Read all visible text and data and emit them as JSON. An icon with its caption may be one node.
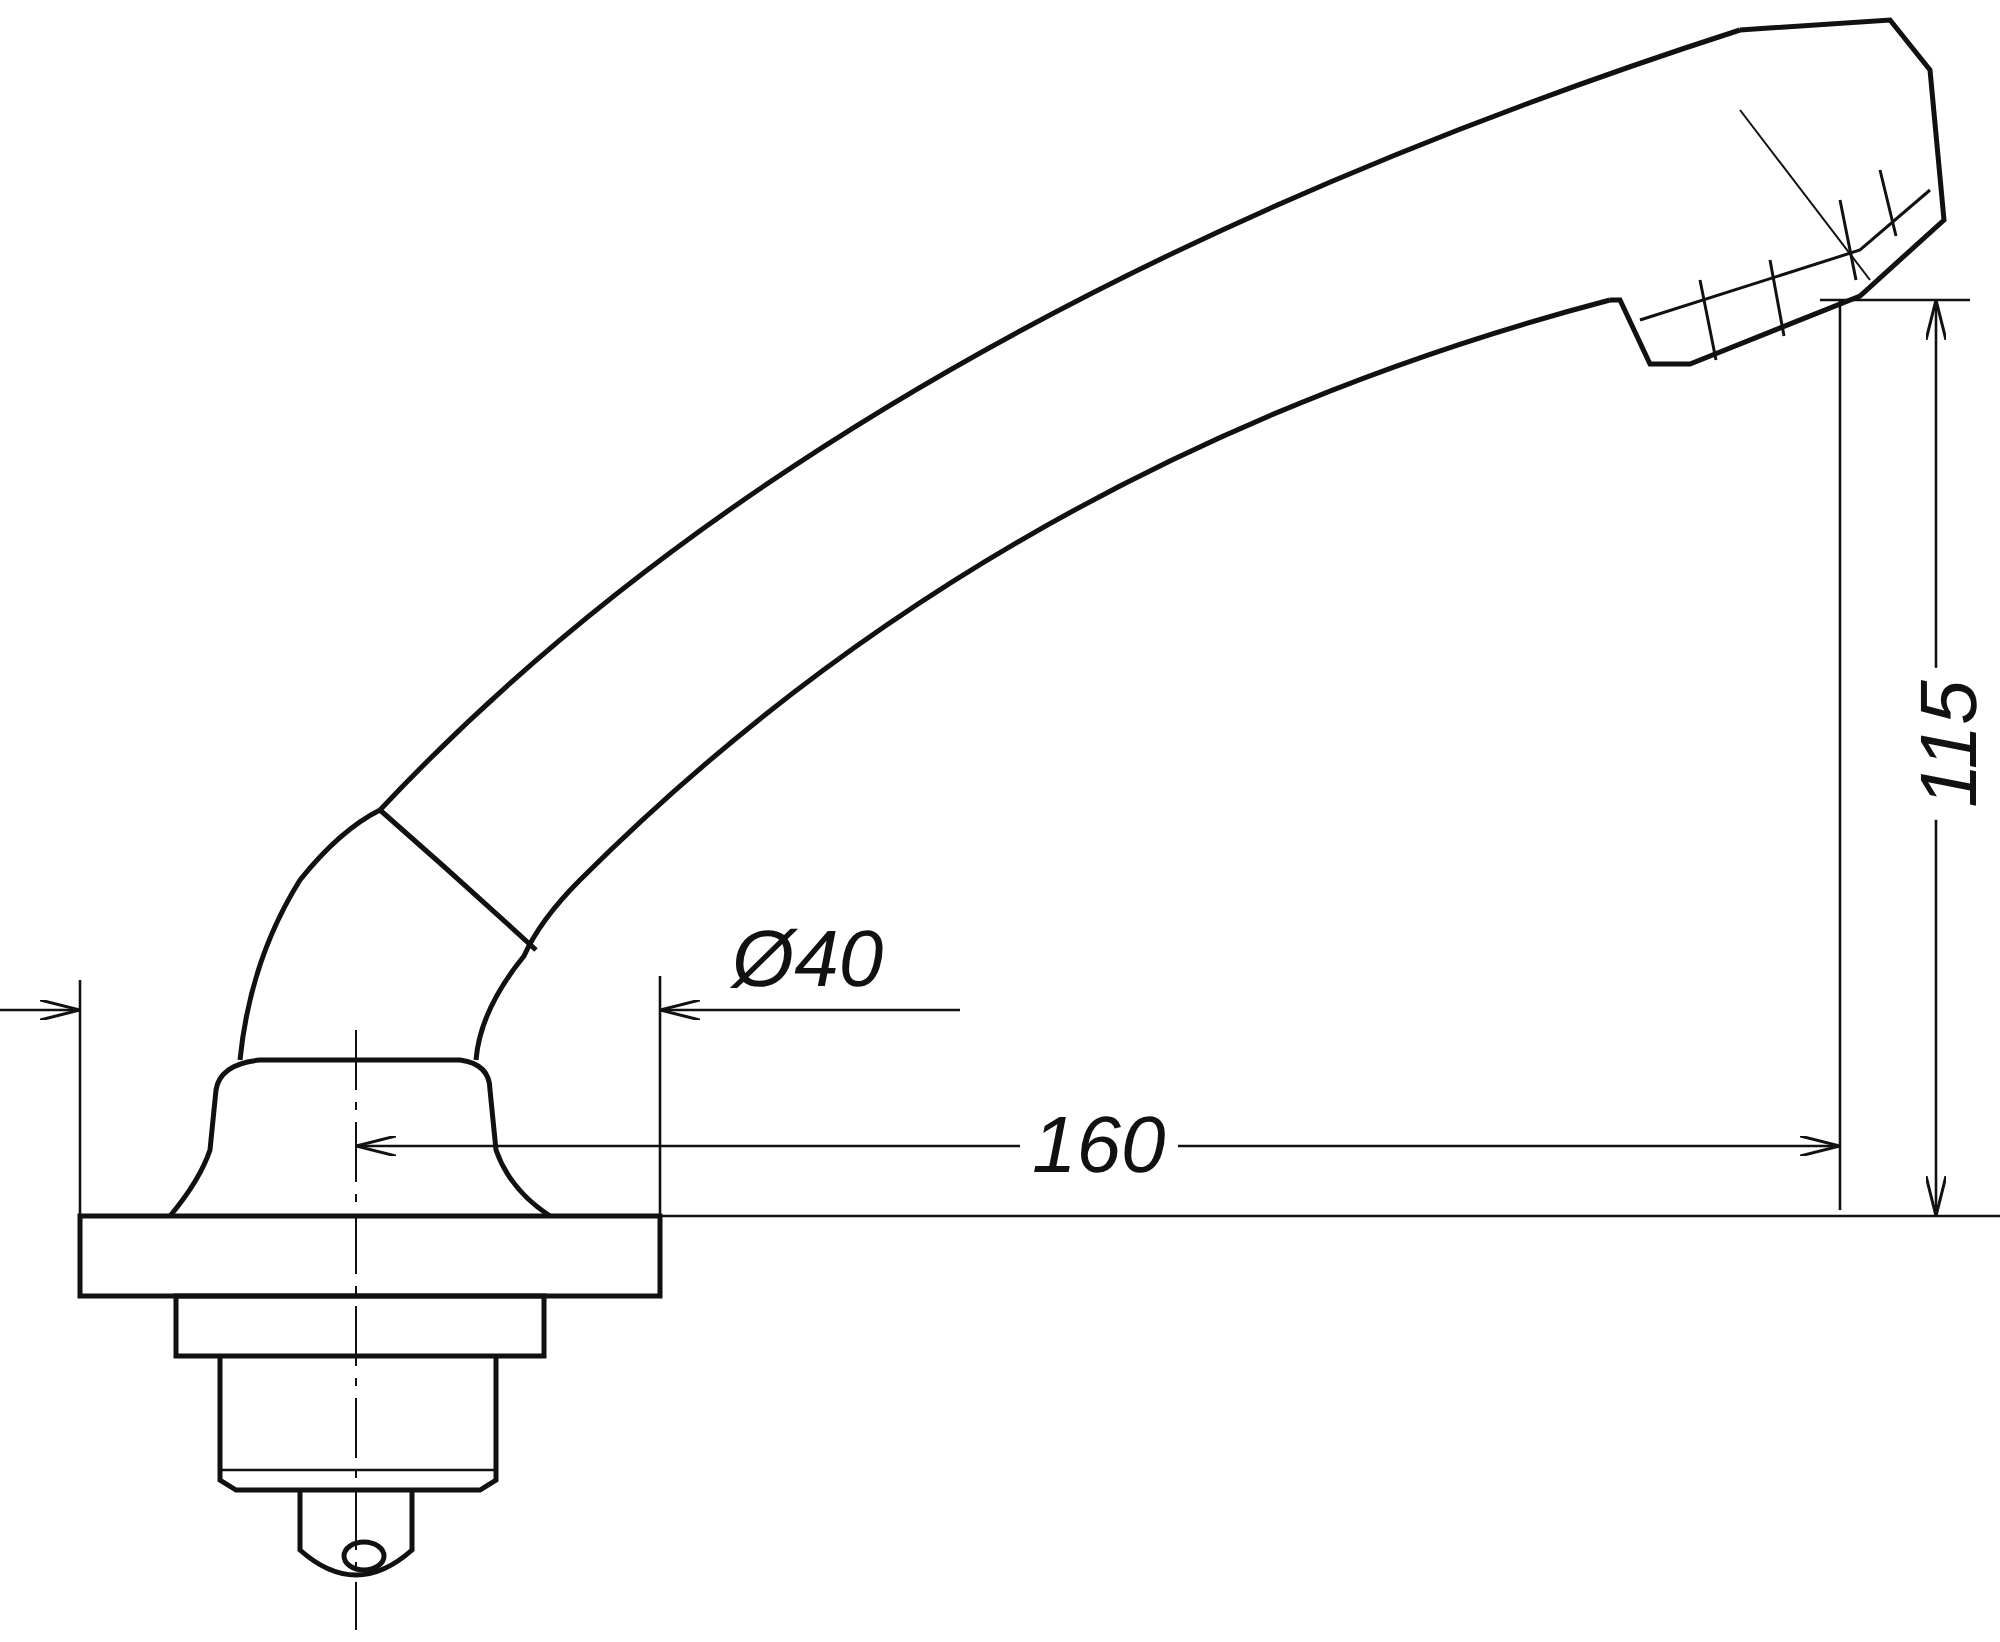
{
  "diagram": {
    "labels": [
      "Ø40",
      "160",
      "115"
    ]
  }
}
